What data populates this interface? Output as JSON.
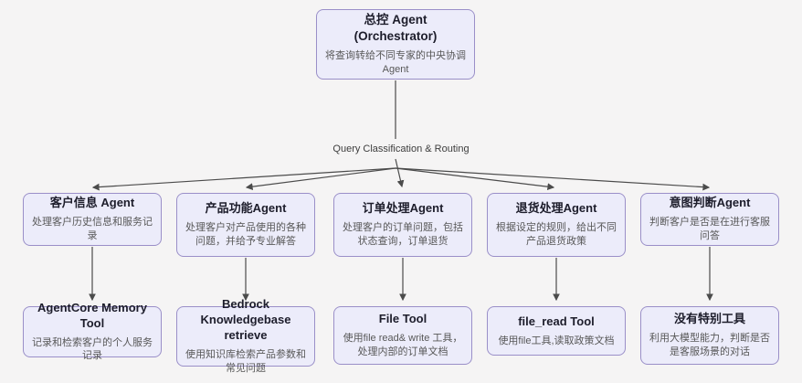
{
  "canvas": {
    "bg_color": "#f5f4f4",
    "node_fill": "#ececfa",
    "node_border": "#9a8fc8",
    "edge_color": "#4b4b4b",
    "title_color": "#1d1d2b",
    "subtitle_color": "#585858"
  },
  "orchestrator": {
    "title_line1": "总控 Agent",
    "title_line2": "(Orchestrator)",
    "subtitle": "将查询转给不同专家的中央协调Agent"
  },
  "routing_label": "Query Classification & Routing",
  "agents": [
    {
      "title": "客户信息 Agent",
      "subtitle": "处理客户历史信息和服务记录"
    },
    {
      "title": "产品功能Agent",
      "subtitle": "处理客户对产品使用的各种问题，并给予专业解答"
    },
    {
      "title": "订单处理Agent",
      "subtitle": "处理客户的订单问题，包括状态查询，订单退货"
    },
    {
      "title": "退货处理Agent",
      "subtitle": "根据设定的规则，给出不同产品退货政策"
    },
    {
      "title": "意图判断Agent",
      "subtitle": "判断客户是否是在进行客服问答"
    }
  ],
  "tools": [
    {
      "title": "AgentCore Memory Tool",
      "subtitle": "记录和检索客户的个人服务记录"
    },
    {
      "title": "Bedrock Knowledgebase retrieve",
      "subtitle": "使用知识库检索产品参数和常见问题"
    },
    {
      "title": "File Tool",
      "subtitle": "使用file read& write 工具，处理内部的订单文档"
    },
    {
      "title": "file_read Tool",
      "subtitle": "使用file工具,读取政策文档"
    },
    {
      "title": "没有特别工具",
      "subtitle": "利用大模型能力，判断是否是客服场景的对话"
    }
  ]
}
